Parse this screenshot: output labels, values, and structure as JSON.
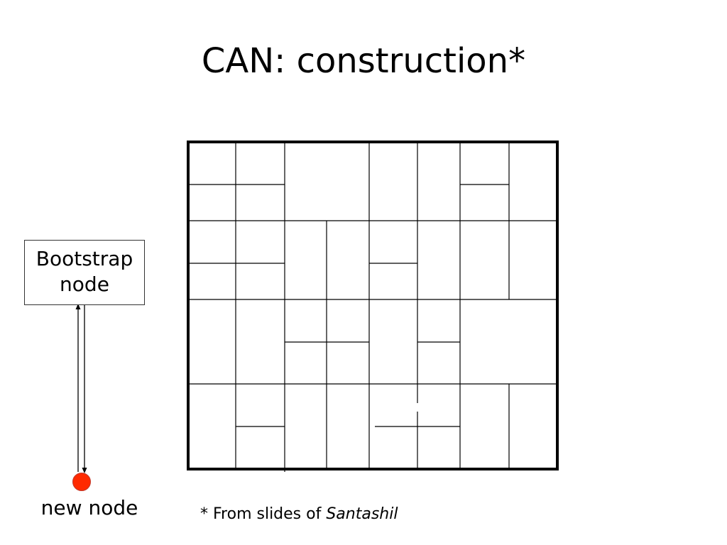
{
  "slide": {
    "title": "CAN: construction*"
  },
  "bootstrap_node": {
    "line1": "Bootstrap",
    "line2": "node"
  },
  "new_node": {
    "label": "new node",
    "color": "#ff2a00"
  },
  "footnote": {
    "prefix": "* From slides of ",
    "author": "Santashil"
  },
  "colors": {
    "grid_border": "#000000",
    "grid_lines": "#000000",
    "arrows": "#000000"
  }
}
